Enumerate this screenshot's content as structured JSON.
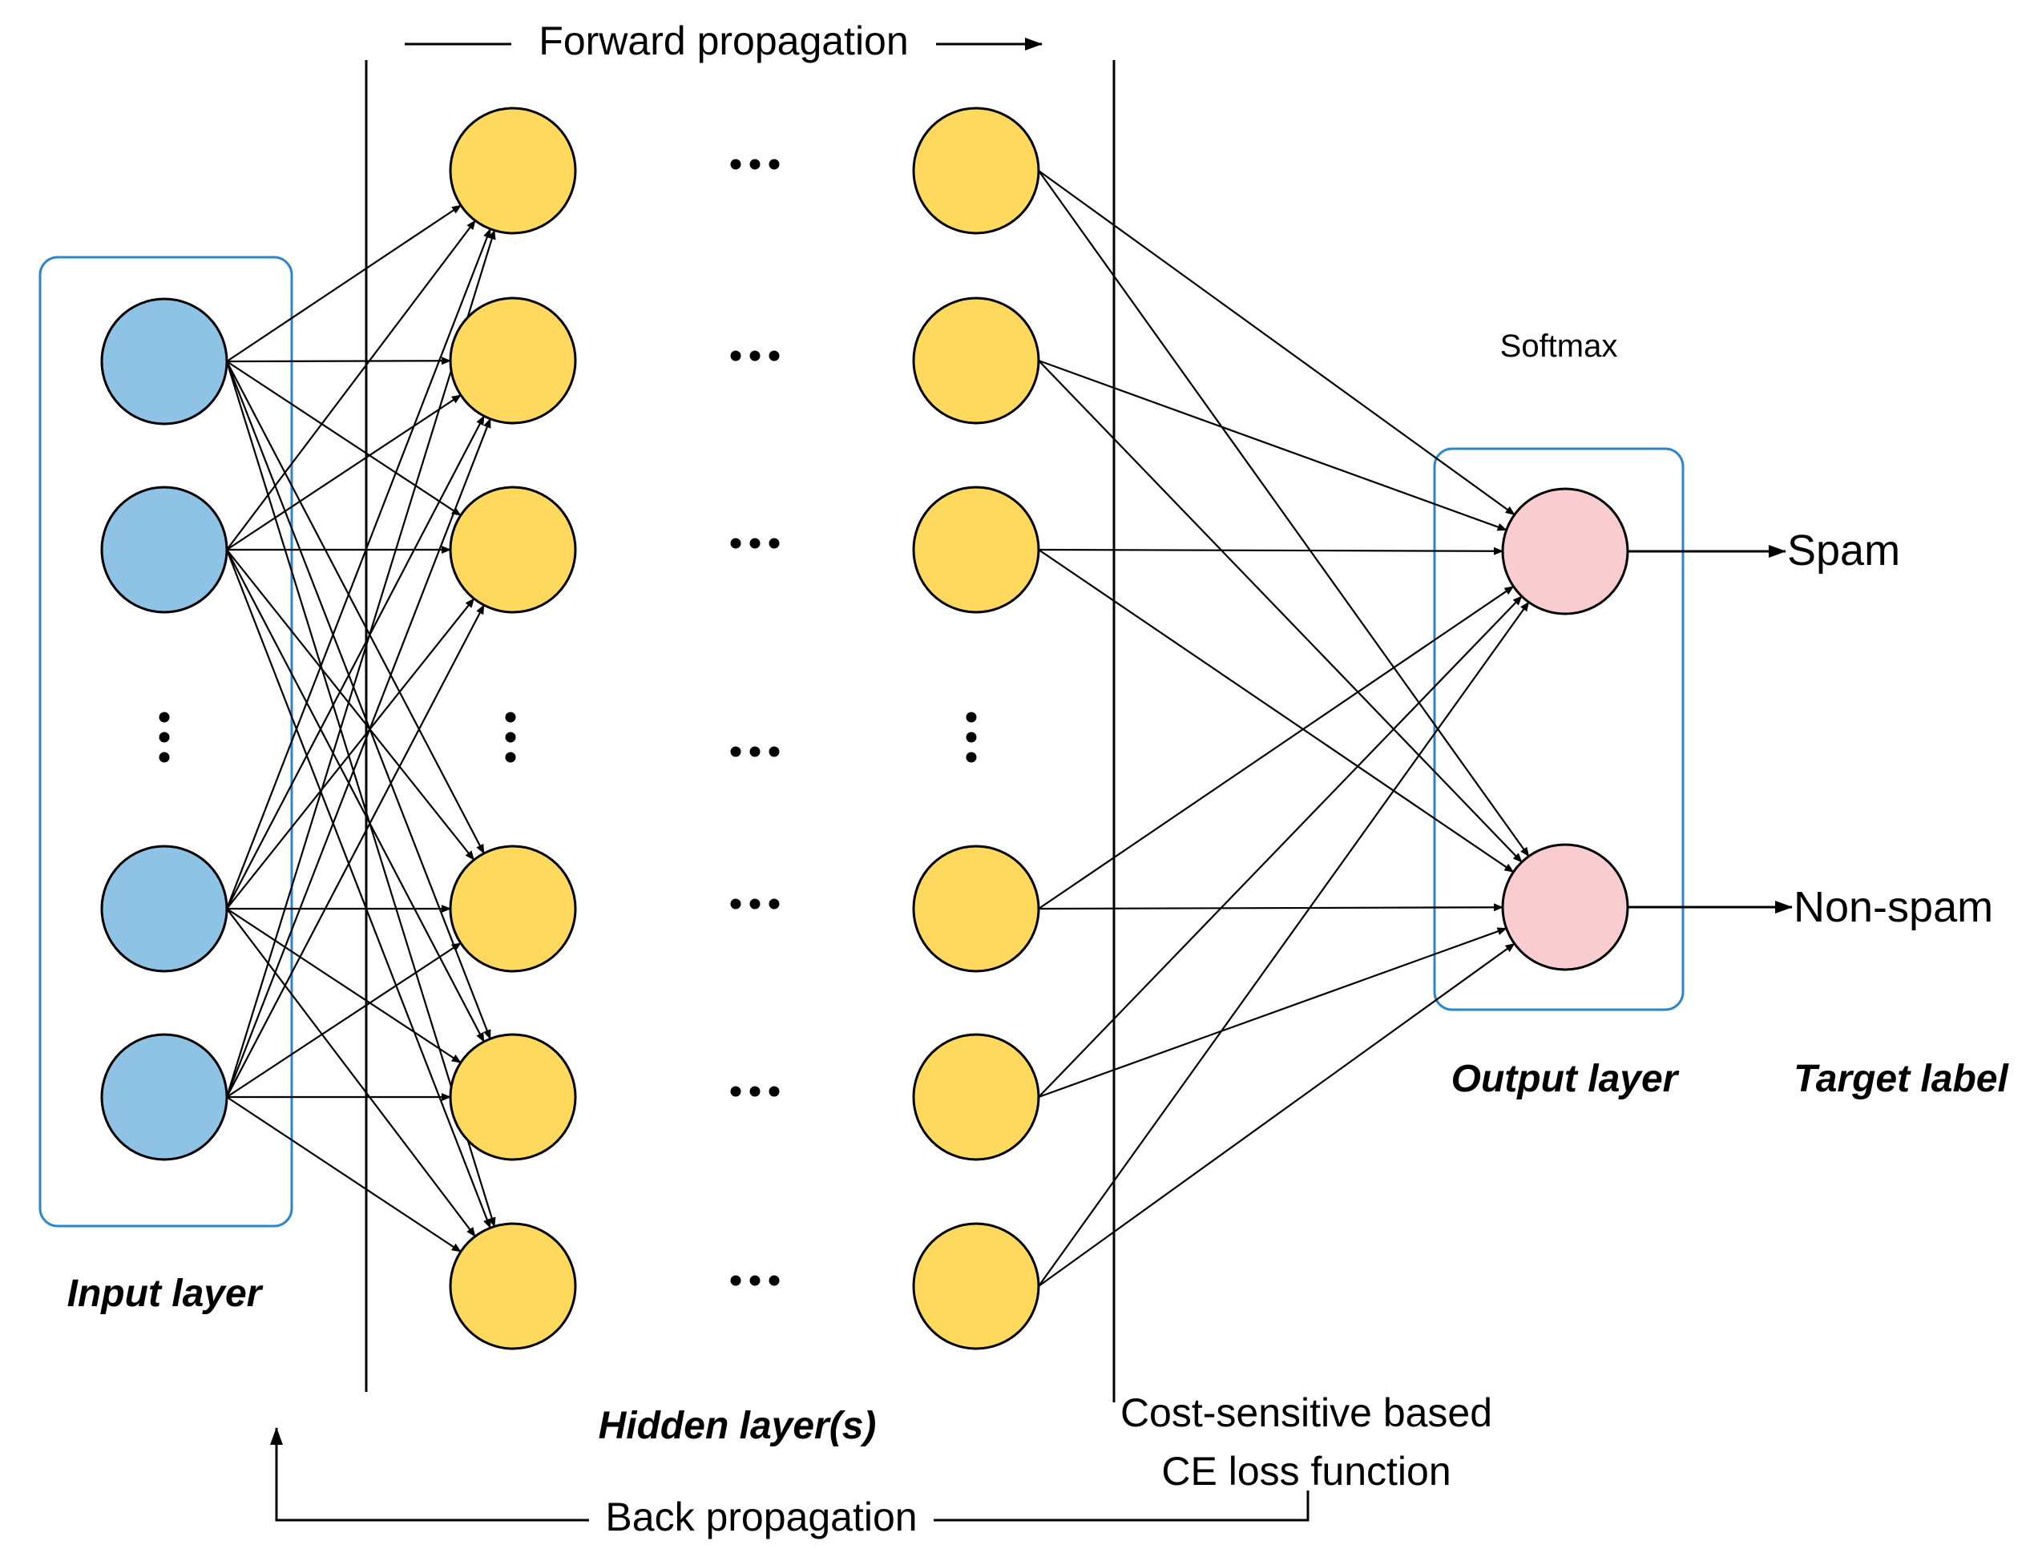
{
  "labels": {
    "forward": "Forward propagation",
    "backward": "Back propagation",
    "softmax": "Softmax",
    "input_layer": "Input layer",
    "hidden_layers": "Hidden layer(s)",
    "output_layer": "Output layer",
    "target_label": "Target label",
    "loss_line1": "Cost-sensitive based",
    "loss_line2": "CE loss function",
    "ellipsis": "…"
  },
  "outputs": [
    "Spam",
    "Non-spam"
  ],
  "colors": {
    "input_node": "#8ec3e5",
    "hidden_node": "#ffd95e",
    "output_node": "#f9cdd0",
    "box": "#2e86c8",
    "line": "#000000"
  }
}
